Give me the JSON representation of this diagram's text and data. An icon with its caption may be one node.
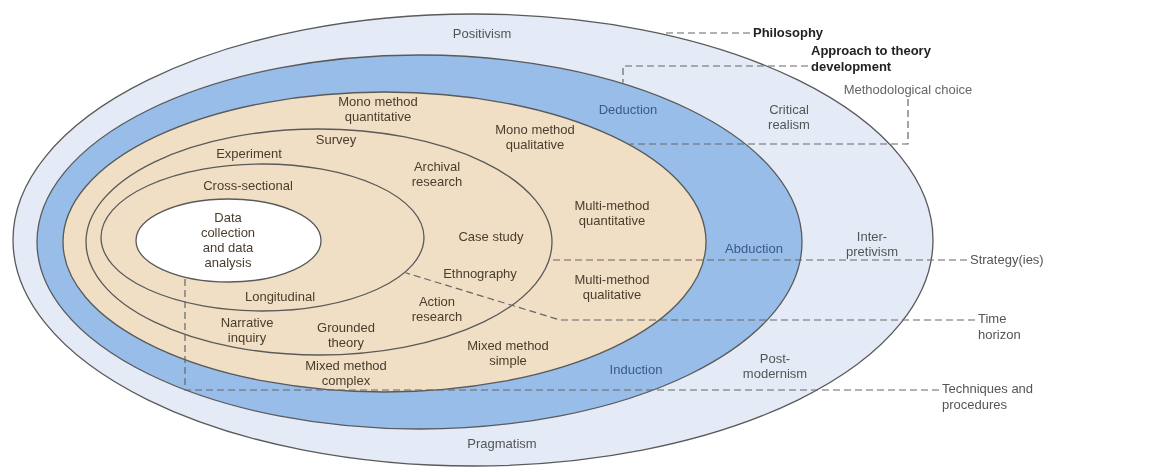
{
  "diagram": {
    "nodes": [
      {
        "text": [
          "Positivism",
          "Critical realism",
          "Inter-pretivism",
          "Post-modernism",
          "Pragmatism"
        ]
      },
      {
        "text": [
          "Deduction",
          "Abduction",
          "Induction"
        ],
        "in": 0
      },
      {
        "text": [
          "Mono method quantitative",
          "Mono method qualitative",
          "Multi-method quantitative",
          "Multi-method qualitative",
          "Mixed method simple",
          "Mixed method complex"
        ],
        "in": 1
      },
      {
        "text": [
          "Survey",
          "Experiment",
          "Archival research",
          "Case study",
          "Ethnography",
          "Action research",
          "Narrative inquiry",
          "Grounded theory"
        ],
        "in": 2
      },
      {
        "text": [
          "Cross-sectional",
          "Longitudinal"
        ],
        "in": 3
      },
      {
        "text": [
          "Data collection and data analysis"
        ],
        "in": 4
      },
      {
        "text": [
          "Philosophy"
        ]
      },
      {
        "text": [
          "Approach to theory development"
        ]
      },
      {
        "text": [
          "Methodological choice"
        ]
      },
      {
        "text": [
          "Strategy(ies)"
        ]
      },
      {
        "text": [
          "Time horizon"
        ]
      },
      {
        "text": [
          "Techniques and procedures"
        ]
      }
    ],
    "edges": [
      {
        "from": 6,
        "to": 0,
        "arrow": "none",
        "style": "dashed"
      },
      {
        "from": 7,
        "to": 1,
        "arrow": "none",
        "style": "dashed"
      },
      {
        "from": 8,
        "to": 2,
        "arrow": "none",
        "style": "dashed"
      },
      {
        "from": 9,
        "to": 3,
        "arrow": "none",
        "style": "dashed"
      },
      {
        "from": 10,
        "to": 4,
        "arrow": "none",
        "style": "dashed"
      },
      {
        "from": 11,
        "to": 5,
        "arrow": "none",
        "style": "dashed"
      }
    ]
  }
}
